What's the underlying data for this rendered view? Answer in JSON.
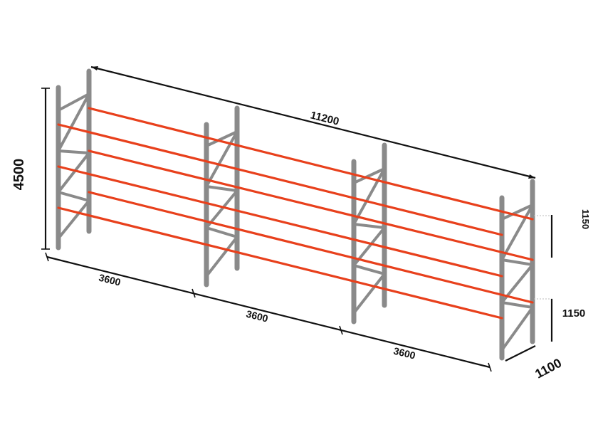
{
  "dimensions": {
    "total_length": "11200",
    "height": "4500",
    "bay_1": "3600",
    "bay_2": "3600",
    "bay_3": "3600",
    "depth": "1100",
    "level_top": "1150",
    "level_bottom": "1150"
  },
  "colors": {
    "upright": "#8a8a8a",
    "beam": "#e8401c",
    "dimension": "#111111",
    "background": "#ffffff"
  },
  "structure": {
    "bays": 3,
    "frames": 4,
    "beam_levels": 3
  }
}
